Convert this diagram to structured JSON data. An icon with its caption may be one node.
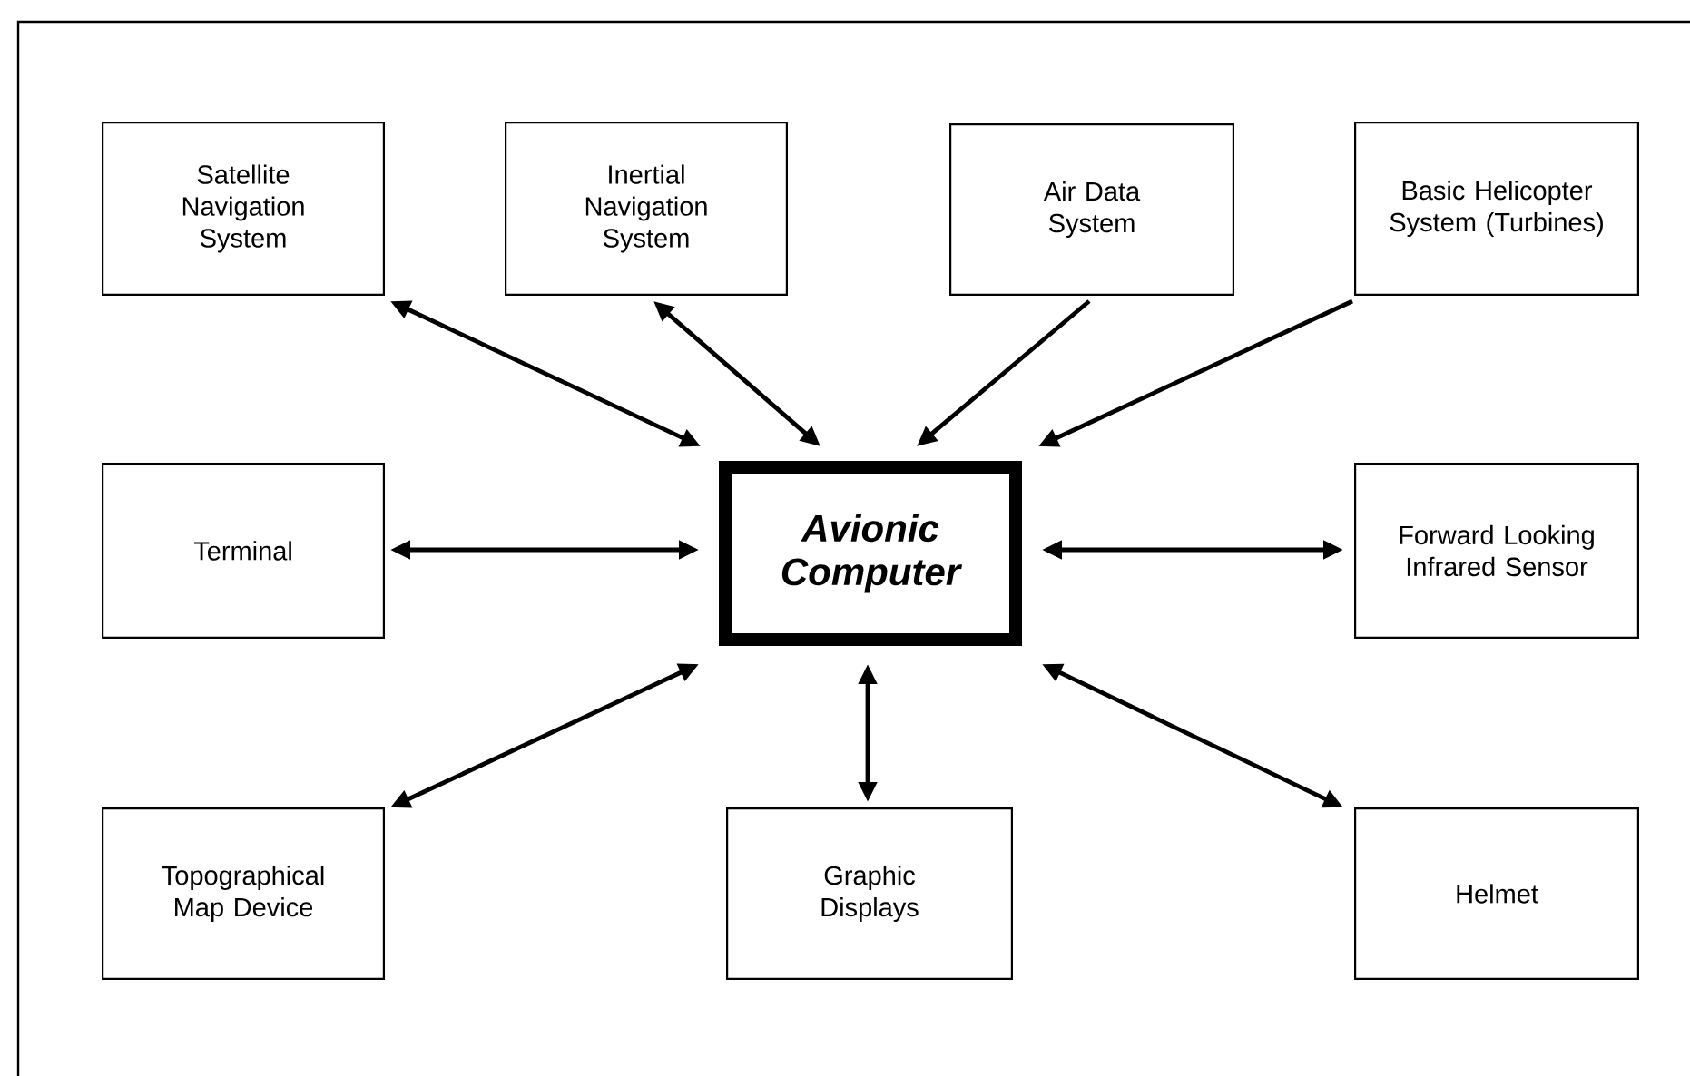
{
  "diagram": {
    "nodes": [
      {
        "text": [
          "Satellite Navigation System"
        ]
      },
      {
        "text": [
          "Inertial Navigation System"
        ]
      },
      {
        "text": [
          "Air Data System"
        ]
      },
      {
        "text": [
          "Basic Helicopter System (Turbines)"
        ]
      },
      {
        "text": [
          "Terminal"
        ]
      },
      {
        "text": [
          "Avionic Computer"
        ]
      },
      {
        "text": [
          "Forward Looking Infrared Sensor"
        ]
      },
      {
        "text": [
          "Topographical Map Device"
        ]
      },
      {
        "text": [
          "Graphic Displays"
        ]
      },
      {
        "text": [
          "Helmet"
        ]
      }
    ],
    "edges": [
      {
        "from": 0,
        "to": 5,
        "arrow": "both"
      },
      {
        "from": 1,
        "to": 5,
        "arrow": "both"
      },
      {
        "from": 2,
        "to": 5,
        "arrow": "to"
      },
      {
        "from": 3,
        "to": 5,
        "arrow": "to"
      },
      {
        "from": 4,
        "to": 5,
        "arrow": "both"
      },
      {
        "from": 6,
        "to": 5,
        "arrow": "both"
      },
      {
        "from": 7,
        "to": 5,
        "arrow": "both"
      },
      {
        "from": 8,
        "to": 5,
        "arrow": "both"
      },
      {
        "from": 9,
        "to": 5,
        "arrow": "both"
      }
    ]
  }
}
